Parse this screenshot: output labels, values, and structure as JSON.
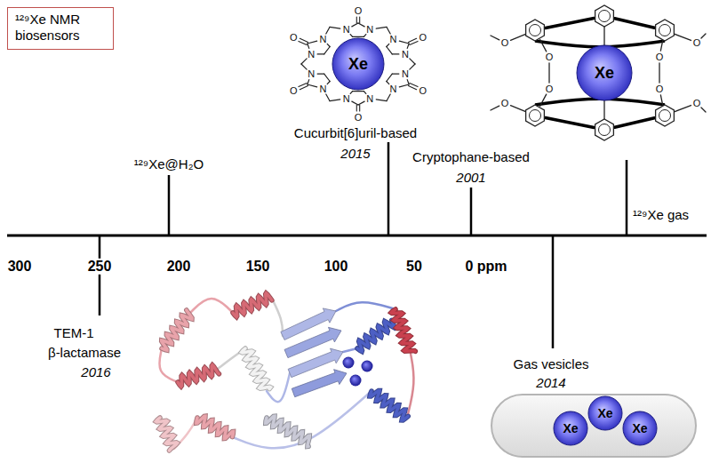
{
  "diagram": {
    "nodes": [
      {
        "text": [
          "¹²⁹Xe NMR biosensors"
        ]
      },
      {
        "text": [
          "Xe"
        ]
      },
      {
        "text": [
          "Xe"
        ]
      },
      {
        "text": [
          "Xe"
        ]
      },
      {
        "text": [
          "Xe"
        ]
      },
      {
        "text": [
          "Xe"
        ]
      }
    ],
    "labels": [
      "¹²⁹Xe@H₂O",
      "Cucurbit[6]uril-based",
      "2015",
      "Cryptophane-based",
      "2001",
      "¹²⁹Xe gas",
      "300",
      "250",
      "200",
      "150",
      "100",
      "50",
      "0 ppm",
      "TEM-1",
      "β-lactamase",
      "2016",
      "Gas vesicles",
      "2014",
      "O",
      "N",
      "N",
      "O",
      "N",
      "N",
      "O",
      "N",
      "N",
      "O",
      "N",
      "N",
      "O",
      "N",
      "N",
      "O",
      "N",
      "N",
      "O",
      "O",
      "O",
      "O",
      "O",
      "O",
      "O",
      "O"
    ]
  }
}
